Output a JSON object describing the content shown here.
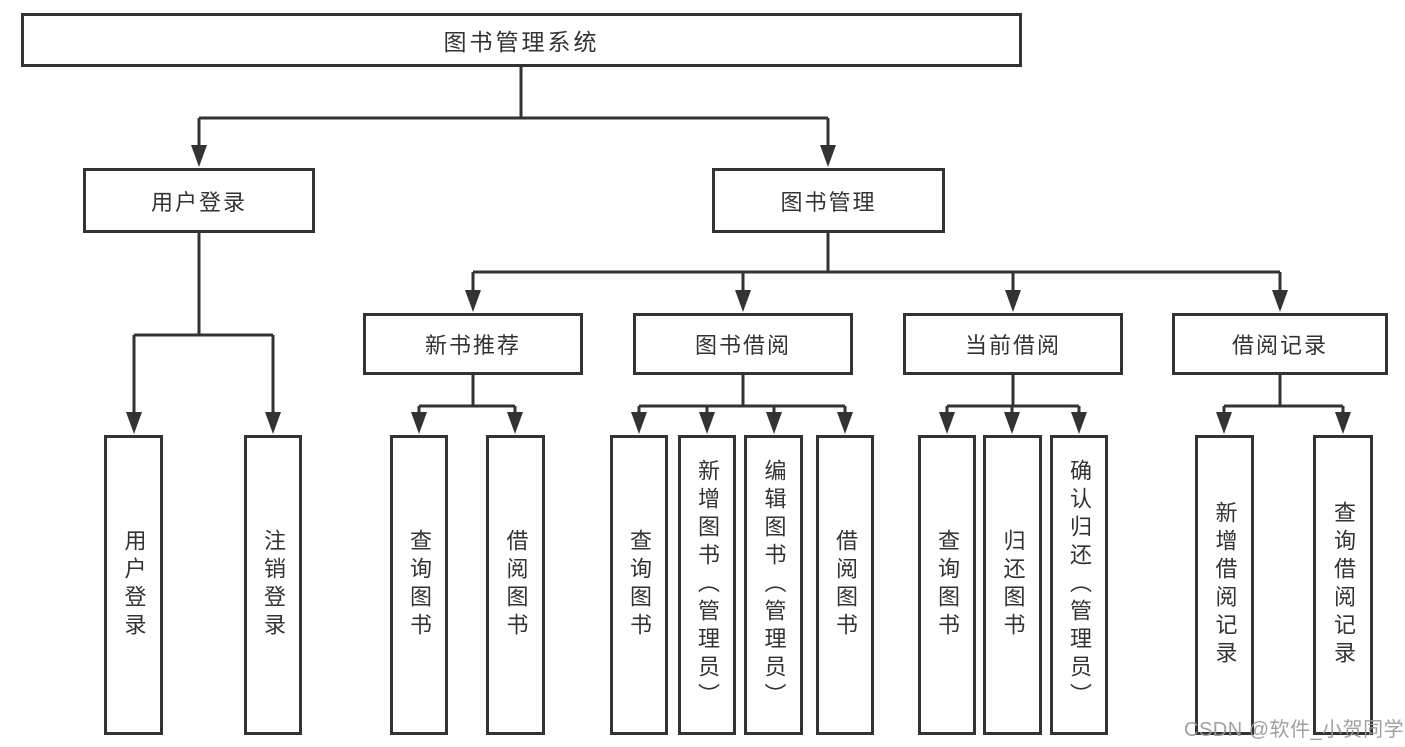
{
  "diagram": {
    "title": "图书管理系统",
    "tree": {
      "label": "图书管理系统",
      "children": [
        {
          "label": "用户登录",
          "children": [
            {
              "label": "用户登录"
            },
            {
              "label": "注销登录"
            }
          ]
        },
        {
          "label": "图书管理",
          "children": [
            {
              "label": "新书推荐",
              "children": [
                {
                  "label": "查询图书"
                },
                {
                  "label": "借阅图书"
                }
              ]
            },
            {
              "label": "图书借阅",
              "children": [
                {
                  "label": "查询图书"
                },
                {
                  "label": "新增图书（管理员）"
                },
                {
                  "label": "编辑图书（管理员）"
                },
                {
                  "label": "借阅图书"
                }
              ]
            },
            {
              "label": "当前借阅",
              "children": [
                {
                  "label": "查询图书"
                },
                {
                  "label": "归还图书"
                },
                {
                  "label": "确认归还（管理员）"
                }
              ]
            },
            {
              "label": "借阅记录",
              "children": [
                {
                  "label": "新增借阅记录"
                },
                {
                  "label": "查询借阅记录"
                }
              ]
            }
          ]
        }
      ]
    }
  },
  "watermark": "CSDN @软件_小贺同学",
  "colors": {
    "line": "#333333",
    "text": "#333333",
    "background": "#ffffff",
    "watermark": "#9b9b9b"
  }
}
